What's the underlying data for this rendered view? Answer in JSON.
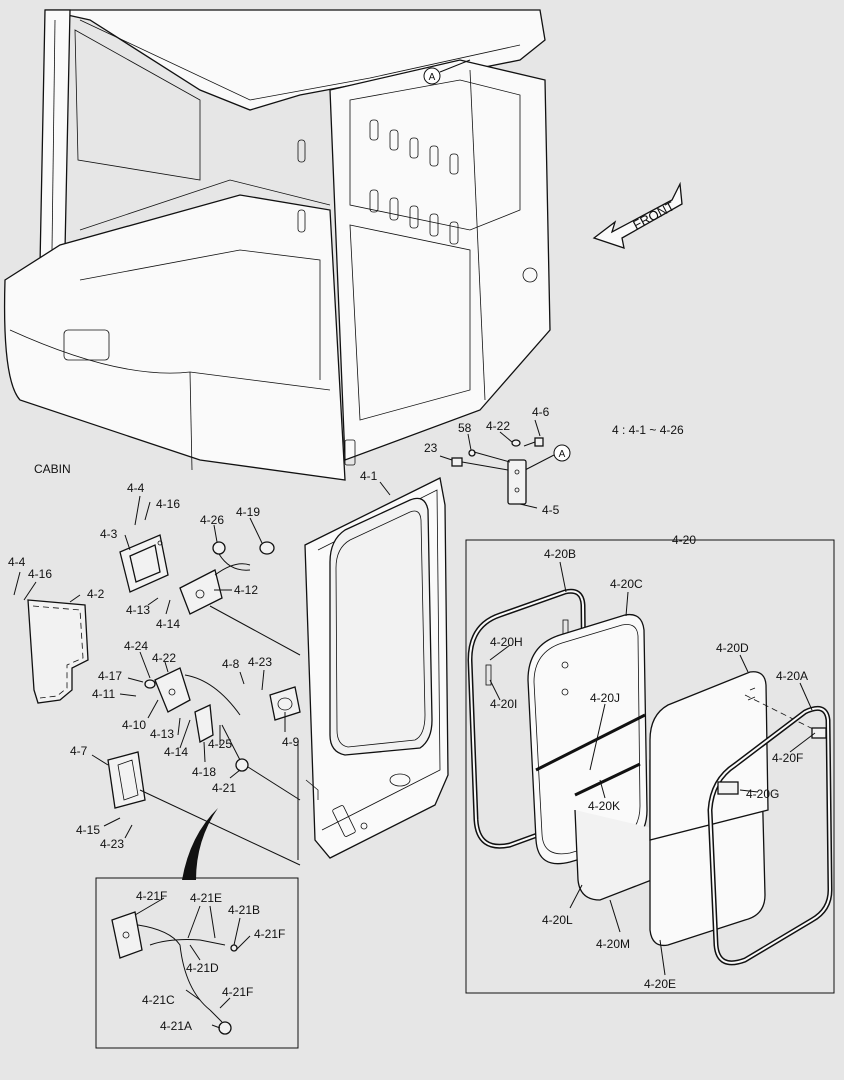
{
  "header": {
    "range_note": "4 : 4-1 ~ 4-26",
    "cabin_label": "CABIN",
    "front_label": "FRONT",
    "ref_mark": "A"
  },
  "labels": {
    "p4_1": "4-1",
    "p4_2": "4-2",
    "p4_3": "4-3",
    "p4_4a": "4-4",
    "p4_4b": "4-4",
    "p4_5": "4-5",
    "p4_6": "4-6",
    "p4_7": "4-7",
    "p4_8": "4-8",
    "p4_9": "4-9",
    "p4_10": "4-10",
    "p4_11": "4-11",
    "p4_12": "4-12",
    "p4_13a": "4-13",
    "p4_13b": "4-13",
    "p4_14a": "4-14",
    "p4_14b": "4-14",
    "p4_15": "4-15",
    "p4_16a": "4-16",
    "p4_16b": "4-16",
    "p4_17": "4-17",
    "p4_18": "4-18",
    "p4_19": "4-19",
    "p4_20": "4-20",
    "p4_20A": "4-20A",
    "p4_20B": "4-20B",
    "p4_20C": "4-20C",
    "p4_20D": "4-20D",
    "p4_20E": "4-20E",
    "p4_20F": "4-20F",
    "p4_20G": "4-20G",
    "p4_20H": "4-20H",
    "p4_20I": "4-20I",
    "p4_20J": "4-20J",
    "p4_20K": "4-20K",
    "p4_20L": "4-20L",
    "p4_20M": "4-20M",
    "p4_21": "4-21",
    "p4_21A": "4-21A",
    "p4_21B": "4-21B",
    "p4_21C": "4-21C",
    "p4_21D": "4-21D",
    "p4_21E": "4-21E",
    "p4_21Fa": "4-21F",
    "p4_21Fb": "4-21F",
    "p4_21Fc": "4-21F",
    "p4_22a": "4-22",
    "p4_22b": "4-22",
    "p4_23a": "4-23",
    "p4_23b": "4-23",
    "p4_23c": "23",
    "p4_24": "4-24",
    "p4_25": "4-25",
    "p4_26": "4-26",
    "p58": "58"
  }
}
